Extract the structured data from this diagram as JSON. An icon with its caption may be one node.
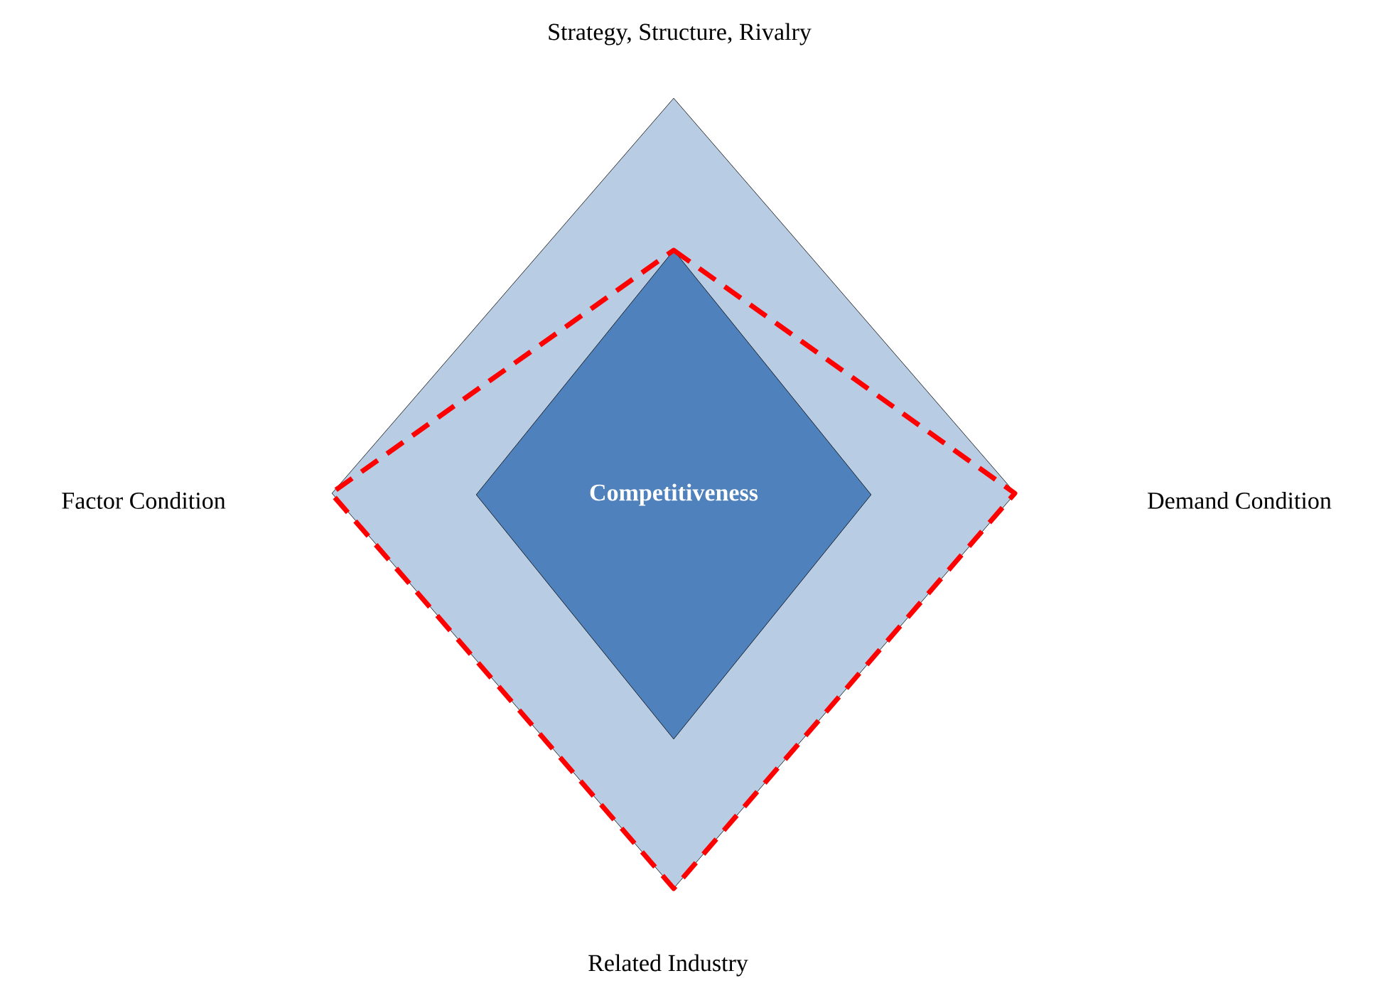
{
  "diagram": {
    "nodes": [
      {
        "text": [],
        "shape": "diamond"
      },
      {
        "text": [
          "Competitiveness"
        ],
        "in": 0
      }
    ],
    "labels": [
      "Strategy, Structure, Rivalry",
      "Factor Condition",
      "Demand Condition",
      "Related Industry"
    ]
  }
}
